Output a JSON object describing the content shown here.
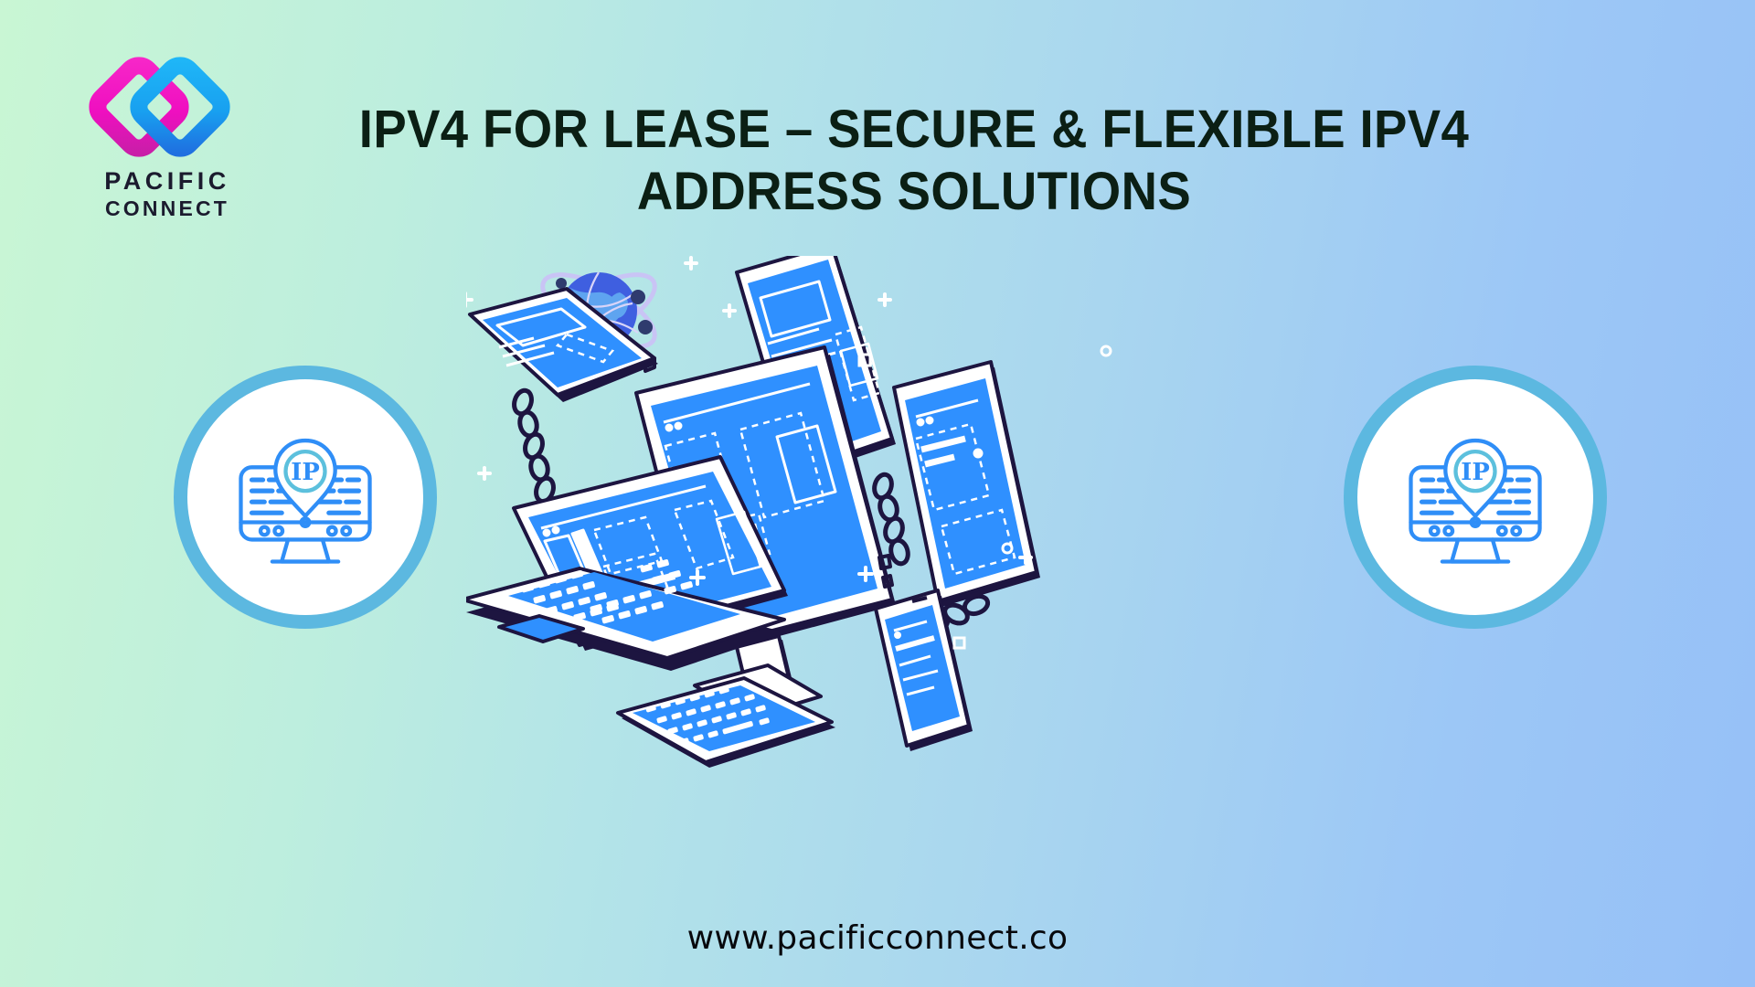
{
  "background": {
    "gradient_from": "#c9f6d4",
    "gradient_to": "#96c0f7",
    "direction": "left-to-right"
  },
  "logo": {
    "name": "pacific-connect-logo",
    "wordmark_line1": "PACIFIC",
    "wordmark_line2": "CONNECT",
    "mark_color_left": "#ef18c2",
    "mark_color_right": "#1aa8f0",
    "wordmark_color": "#1b1b2e"
  },
  "headline": {
    "text": "IPV4 FOR LEASE – SECURE & FLEXIBLE IPV4 ADDRESS SOLUTIONS",
    "color": "#0b1f14"
  },
  "badges": [
    {
      "name": "ip-monitor-badge-left",
      "icon": "ip-monitor-icon",
      "label": "IP",
      "ring_color": "#5cb8e0",
      "fill_color": "#ffffff",
      "line_color": "#2f8ef7"
    },
    {
      "name": "ip-monitor-badge-right",
      "icon": "ip-monitor-icon",
      "label": "IP",
      "ring_color": "#5cb8e0",
      "fill_color": "#ffffff",
      "line_color": "#2f8ef7"
    }
  ],
  "illustration": {
    "name": "isometric-connected-devices",
    "description": "Isometric desktop monitor, laptop, tablets and smartphone linked by chains with a network globe above",
    "devices": [
      "tablet-top-left",
      "tablet-top-right",
      "desktop-monitor",
      "laptop",
      "tablet-right",
      "smartphone",
      "keyboard"
    ],
    "globe": {
      "name": "network-globe-icon",
      "ocean_color": "#3f5fe0",
      "land_color": "#5ea4f0",
      "orbit_color": "#c9c4f5",
      "node_color": "#2f3b6e"
    },
    "colors": {
      "screen": "#2f90ff",
      "outline": "#1d1540",
      "body": "#ffffff",
      "chain": "#1d1540",
      "sparkle": "#ffffff"
    }
  },
  "footer": {
    "url": "www.pacificconnect.co",
    "color": "#07080c"
  }
}
